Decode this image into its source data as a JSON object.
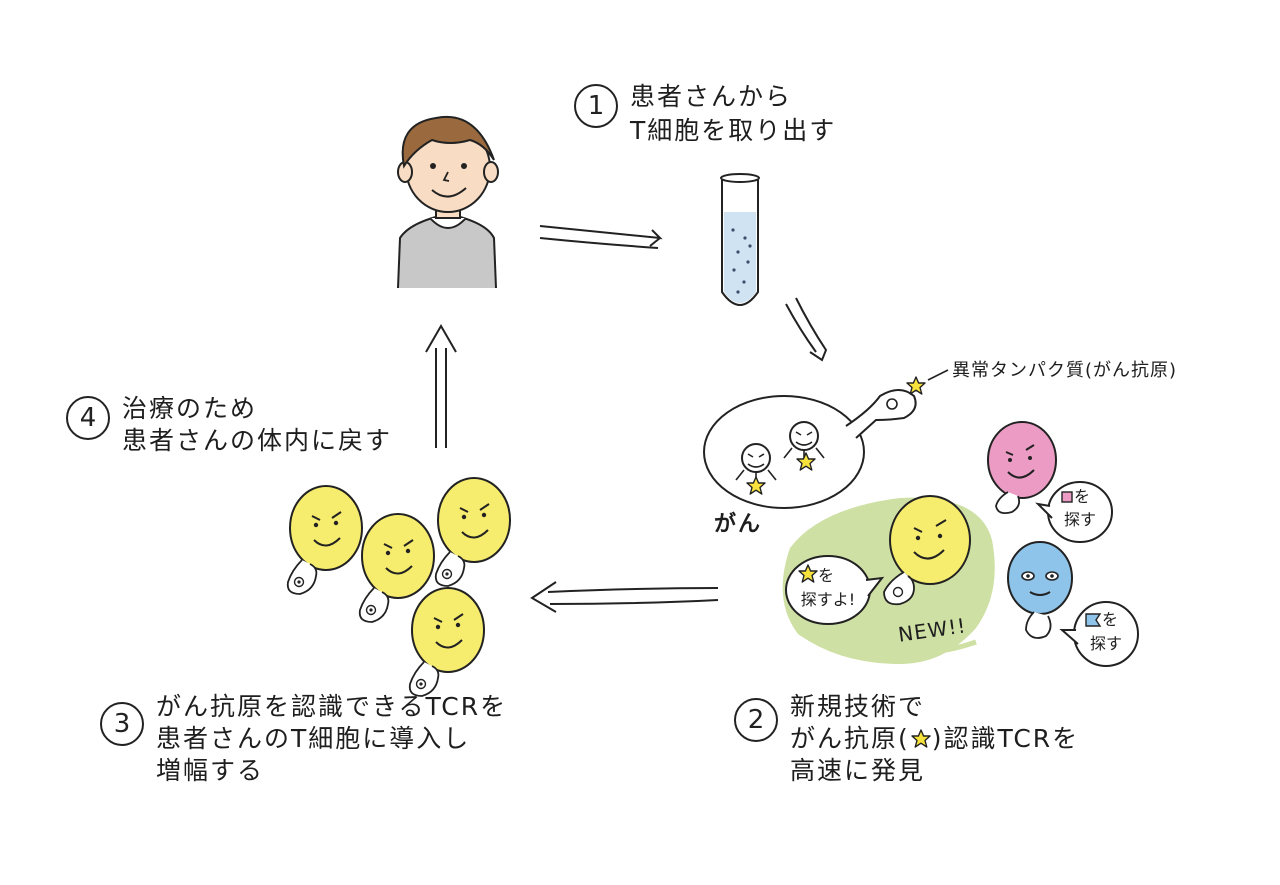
{
  "steps": {
    "s1": {
      "num": "1",
      "line1": "患者さんから",
      "line2": "T細胞を取り出す"
    },
    "s2": {
      "num": "2",
      "line1": "新規技術で",
      "line2a": "がん抗原(",
      "line2b": ")認識TCRを",
      "line3": "高速に発見"
    },
    "s3": {
      "num": "3",
      "line1": "がん抗原を認識できるTCRを",
      "line2": "患者さんのT細胞に導入し",
      "line3": "増幅する"
    },
    "s4": {
      "num": "4",
      "line1": "治療のため",
      "line2": "患者さんの体内に戻す"
    }
  },
  "labels": {
    "antigen": "異常タンパク質(がん抗原)",
    "cancer": "がん",
    "new": "NEW!!"
  },
  "bubbles": {
    "yellow_line1": "を",
    "yellow_line2": "探すよ!",
    "pink_line1": "を",
    "pink_line2": "探す",
    "blue_line1": "を",
    "blue_line2": "探す"
  },
  "colors": {
    "tcell_yellow": "#f6ec6e",
    "tcell_pink": "#ec9cc4",
    "tcell_blue": "#8ec4ea",
    "highlight_green": "#cfe0a4",
    "tube_blue": "#cfe3f3",
    "star_yellow": "#f7e33c",
    "ink": "#222222"
  }
}
